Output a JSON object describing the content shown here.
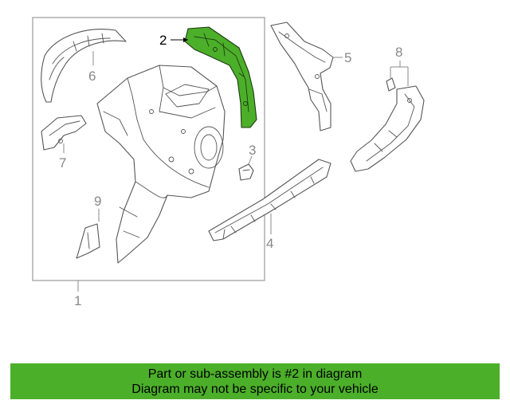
{
  "callouts": {
    "c1": "1",
    "c2": "2",
    "c3": "3",
    "c4": "4",
    "c5": "5",
    "c6": "6",
    "c7": "7",
    "c8": "8",
    "c9": "9"
  },
  "highlight": {
    "part_number": "2",
    "color": "#4caf2a"
  },
  "banner": {
    "line1": "Part or sub-assembly is #2 in diagram",
    "line2": "Diagram may not be specific to your vehicle",
    "background": "#4caf2a"
  }
}
